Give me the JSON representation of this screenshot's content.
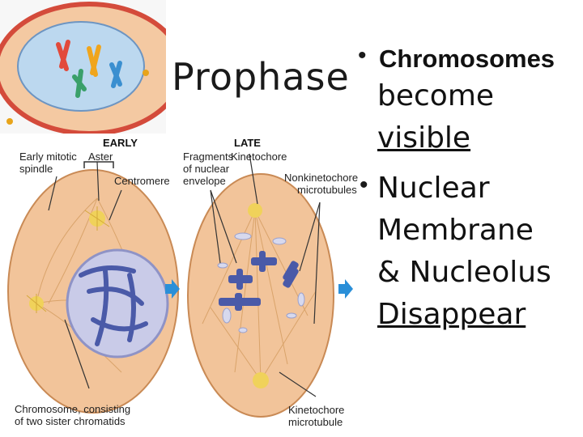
{
  "slide": {
    "title": "Prophase",
    "bullets": [
      {
        "lines": [
          "Chromosomes",
          "become",
          "visible"
        ]
      },
      {
        "lines": [
          "Nuclear",
          "Membrane",
          "& Nucleolus",
          "Disappear"
        ]
      }
    ]
  },
  "diagram": {
    "stage_early": "EARLY",
    "stage_late": "LATE",
    "labels": {
      "early_mitotic_spindle": [
        "Early mitotic",
        "spindle"
      ],
      "aster": "Aster",
      "centromere": "Centromere",
      "fragments": [
        "Fragments",
        "of nuclear",
        "envelope"
      ],
      "kinetochore": "Kinetochore",
      "nonkinetochore": [
        "Nonkinetochore",
        "microtubules"
      ],
      "chromosome": [
        "Chromosome, consisting",
        "of two sister chromatids"
      ],
      "kinetochore_microtubule": [
        "Kinetochore",
        "microtubule"
      ]
    }
  },
  "colors": {
    "cell_fill": "#f2c49a",
    "cell_edge": "#c98a55",
    "nucleus_fill": "#c9cbe8",
    "chromosome": "#4a5aa8",
    "arrow": "#2a8fd8"
  }
}
